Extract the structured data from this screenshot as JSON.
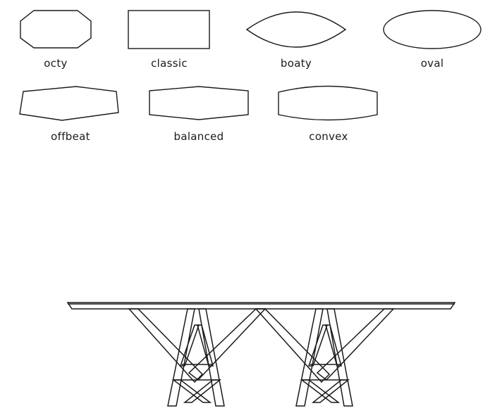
{
  "shapes": [
    {
      "key": "octy",
      "label": "octy"
    },
    {
      "key": "classic",
      "label": "classic"
    },
    {
      "key": "boaty",
      "label": "boaty"
    },
    {
      "key": "oval",
      "label": "oval"
    },
    {
      "key": "offbeat",
      "label": "offbeat"
    },
    {
      "key": "balanced",
      "label": "balanced"
    },
    {
      "key": "convex",
      "label": "convex"
    }
  ],
  "colors": {
    "line": "#1a1a1a",
    "background": "#ffffff"
  }
}
